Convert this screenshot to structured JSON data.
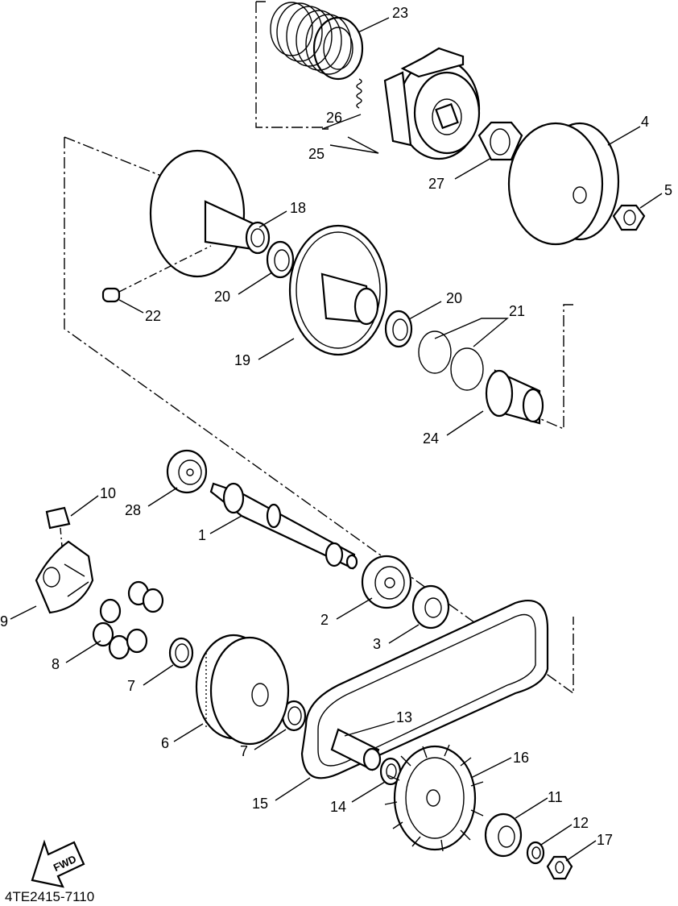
{
  "diagram": {
    "drawing_code": "4TE2415-7110",
    "direction_label": "FWD",
    "callouts": [
      {
        "id": "c1",
        "label": "1"
      },
      {
        "id": "c2",
        "label": "2"
      },
      {
        "id": "c3",
        "label": "3"
      },
      {
        "id": "c4",
        "label": "4"
      },
      {
        "id": "c5",
        "label": "5"
      },
      {
        "id": "c6",
        "label": "6"
      },
      {
        "id": "c7a",
        "label": "7"
      },
      {
        "id": "c7b",
        "label": "7"
      },
      {
        "id": "c8",
        "label": "8"
      },
      {
        "id": "c9",
        "label": "9"
      },
      {
        "id": "c10",
        "label": "10"
      },
      {
        "id": "c11",
        "label": "11"
      },
      {
        "id": "c12",
        "label": "12"
      },
      {
        "id": "c13",
        "label": "13"
      },
      {
        "id": "c14",
        "label": "14"
      },
      {
        "id": "c15",
        "label": "15"
      },
      {
        "id": "c16",
        "label": "16"
      },
      {
        "id": "c17",
        "label": "17"
      },
      {
        "id": "c18",
        "label": "18"
      },
      {
        "id": "c19",
        "label": "19"
      },
      {
        "id": "c20a",
        "label": "20"
      },
      {
        "id": "c20b",
        "label": "20"
      },
      {
        "id": "c21",
        "label": "21"
      },
      {
        "id": "c22",
        "label": "22"
      },
      {
        "id": "c23",
        "label": "23"
      },
      {
        "id": "c24",
        "label": "24"
      },
      {
        "id": "c25",
        "label": "25"
      },
      {
        "id": "c26",
        "label": "26"
      },
      {
        "id": "c27",
        "label": "27"
      },
      {
        "id": "c28",
        "label": "28"
      }
    ]
  }
}
